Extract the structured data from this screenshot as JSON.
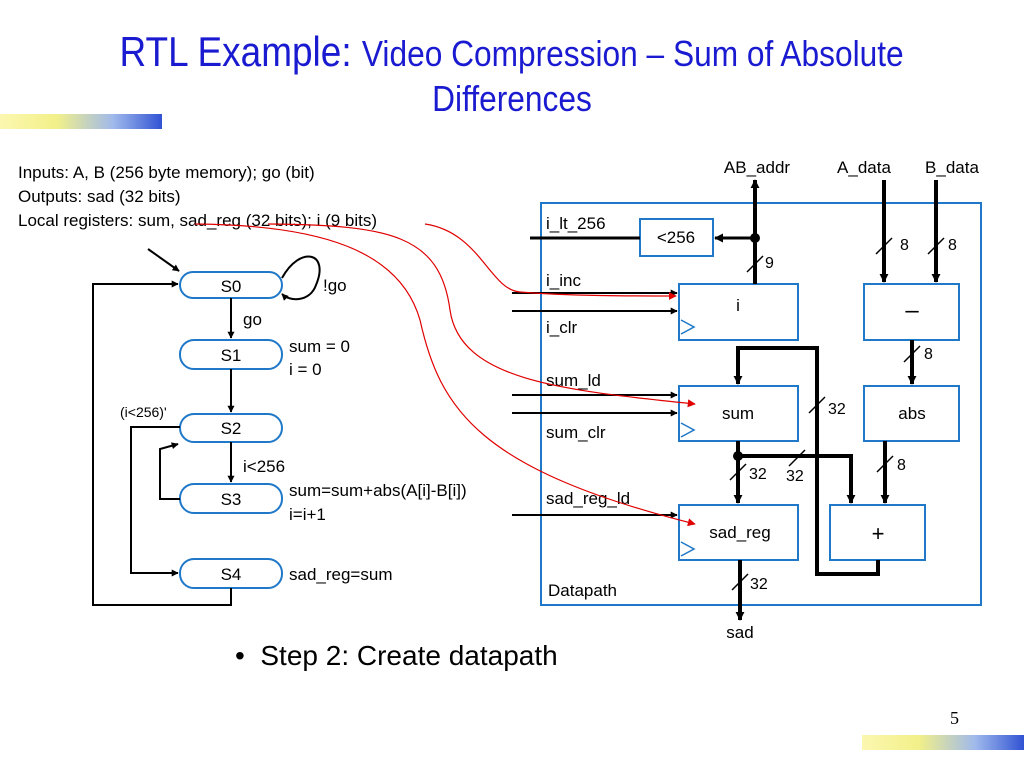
{
  "title": {
    "main": "RTL Example:",
    "sub_line1": "Video Compression – Sum of Absolute",
    "sub_line2": "Differences"
  },
  "spec": {
    "inputs": "Inputs: A, B (256 byte memory); go (bit)",
    "outputs": "Outputs: sad (32 bits)",
    "locals": "Local registers: sum, sad_reg (32 bits); i (9 bits)"
  },
  "fsm": {
    "states": [
      "S0",
      "S1",
      "S2",
      "S3",
      "S4"
    ],
    "transitions": {
      "not_go": "!go",
      "go": "go",
      "i_lt": "i<256",
      "i_not_lt": "(i<256)'"
    },
    "actions": {
      "s1_line1": "sum = 0",
      "s1_line2": "i = 0",
      "s3_line1": "sum=sum+abs(A[i]-B[i])",
      "s3_line2": "i=i+1",
      "s4": "sad_reg=sum"
    }
  },
  "datapath": {
    "label": "Datapath",
    "external": {
      "ab_addr": "AB_addr",
      "a_data": "A_data",
      "b_data": "B_data",
      "sad": "sad"
    },
    "controls": [
      "i_lt_256",
      "i_inc",
      "i_clr",
      "sum_ld",
      "sum_clr",
      "sad_reg_ld"
    ],
    "components": {
      "comparator": "<256",
      "reg_i": "i",
      "subtractor": "–",
      "reg_sum": "sum",
      "abs": "abs",
      "reg_sad": "sad_reg",
      "adder": "+"
    },
    "widths": {
      "addr": "9",
      "a": "8",
      "b": "8",
      "sub_out": "8",
      "abs_out": "8",
      "adder_out": "32",
      "sum_out": "32",
      "sum_to_add": "32",
      "sad_out": "32"
    }
  },
  "bullet": "Step 2: Create datapath",
  "page_number": "5",
  "colors": {
    "title": "#1a1ad0",
    "datapath_border": "#1f78c8",
    "annotation": "#e00000"
  }
}
